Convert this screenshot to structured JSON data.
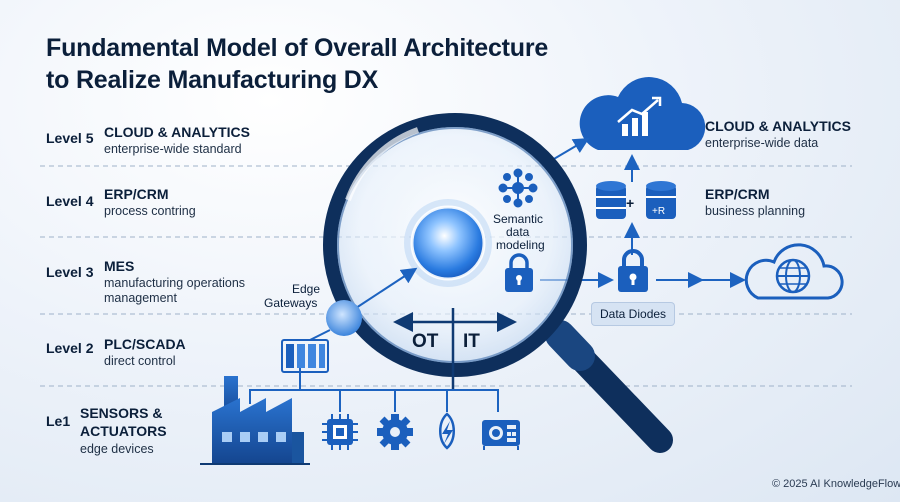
{
  "title": {
    "line1": "Fundamental Model of Overall Architecture",
    "line2": "to Realize Manufacturing DX"
  },
  "levels": [
    {
      "level": "Level 5",
      "name": "CLOUD & ANALYTICS",
      "desc": "enterprise-wide standard"
    },
    {
      "level": "Level 4",
      "name": "ERP/CRM",
      "desc": "process contring"
    },
    {
      "level": "Level 3",
      "name": "MES",
      "desc": "manufacturing operations",
      "desc2": "management"
    },
    {
      "level": "Level 2",
      "name": "PLC/SCADA",
      "desc": "direct control"
    },
    {
      "level": "Le1",
      "name": "SENSORS &",
      "name2": "ACTUATORS",
      "desc": "edge devices"
    }
  ],
  "right": {
    "cloud_name": "CLOUD & ANALYTICS",
    "cloud_desc": "enterprise-wide data",
    "erp_name": "ERP/CRM",
    "erp_desc": "business planning"
  },
  "labels": {
    "semantic1": "Semantic",
    "semantic2": "data",
    "semantic3": "modeling",
    "edge1": "Edge",
    "edge2": "Gateways",
    "ot": "OT",
    "it": "IT",
    "data_diodes": "Data Diodes",
    "plus": "+"
  },
  "footer": {
    "copyright": "© 2025 AI KnowledgeFlow"
  },
  "colors": {
    "dark_blue": "#0f3a73",
    "mid_blue": "#1d63c0",
    "light_blue": "#4a90e2",
    "background": "#e8eff8",
    "dashed_line": "#9fb2c9"
  },
  "icons": [
    "cloud-analytics-icon",
    "database-icon",
    "database-r-icon",
    "network-node-icon",
    "lock-icon",
    "globe-cloud-icon",
    "factory-icon",
    "chip-icon",
    "gear-icon",
    "power-icon",
    "device-icon",
    "plc-rack-icon",
    "magnifier-icon"
  ]
}
